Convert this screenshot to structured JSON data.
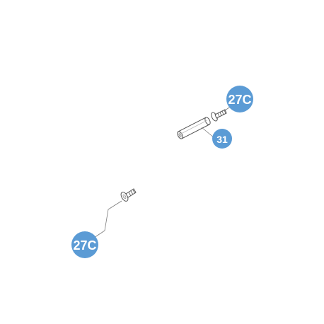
{
  "colors": {
    "callout_fill": "#5B9BD5",
    "callout_text": "#ffffff",
    "line": "#7a7a7a",
    "part_stroke": "#555555",
    "part_fill": "#ffffff"
  },
  "callouts": {
    "screw_top_label": "27C",
    "pin_label": "31",
    "screw_bottom_label": "27C"
  }
}
